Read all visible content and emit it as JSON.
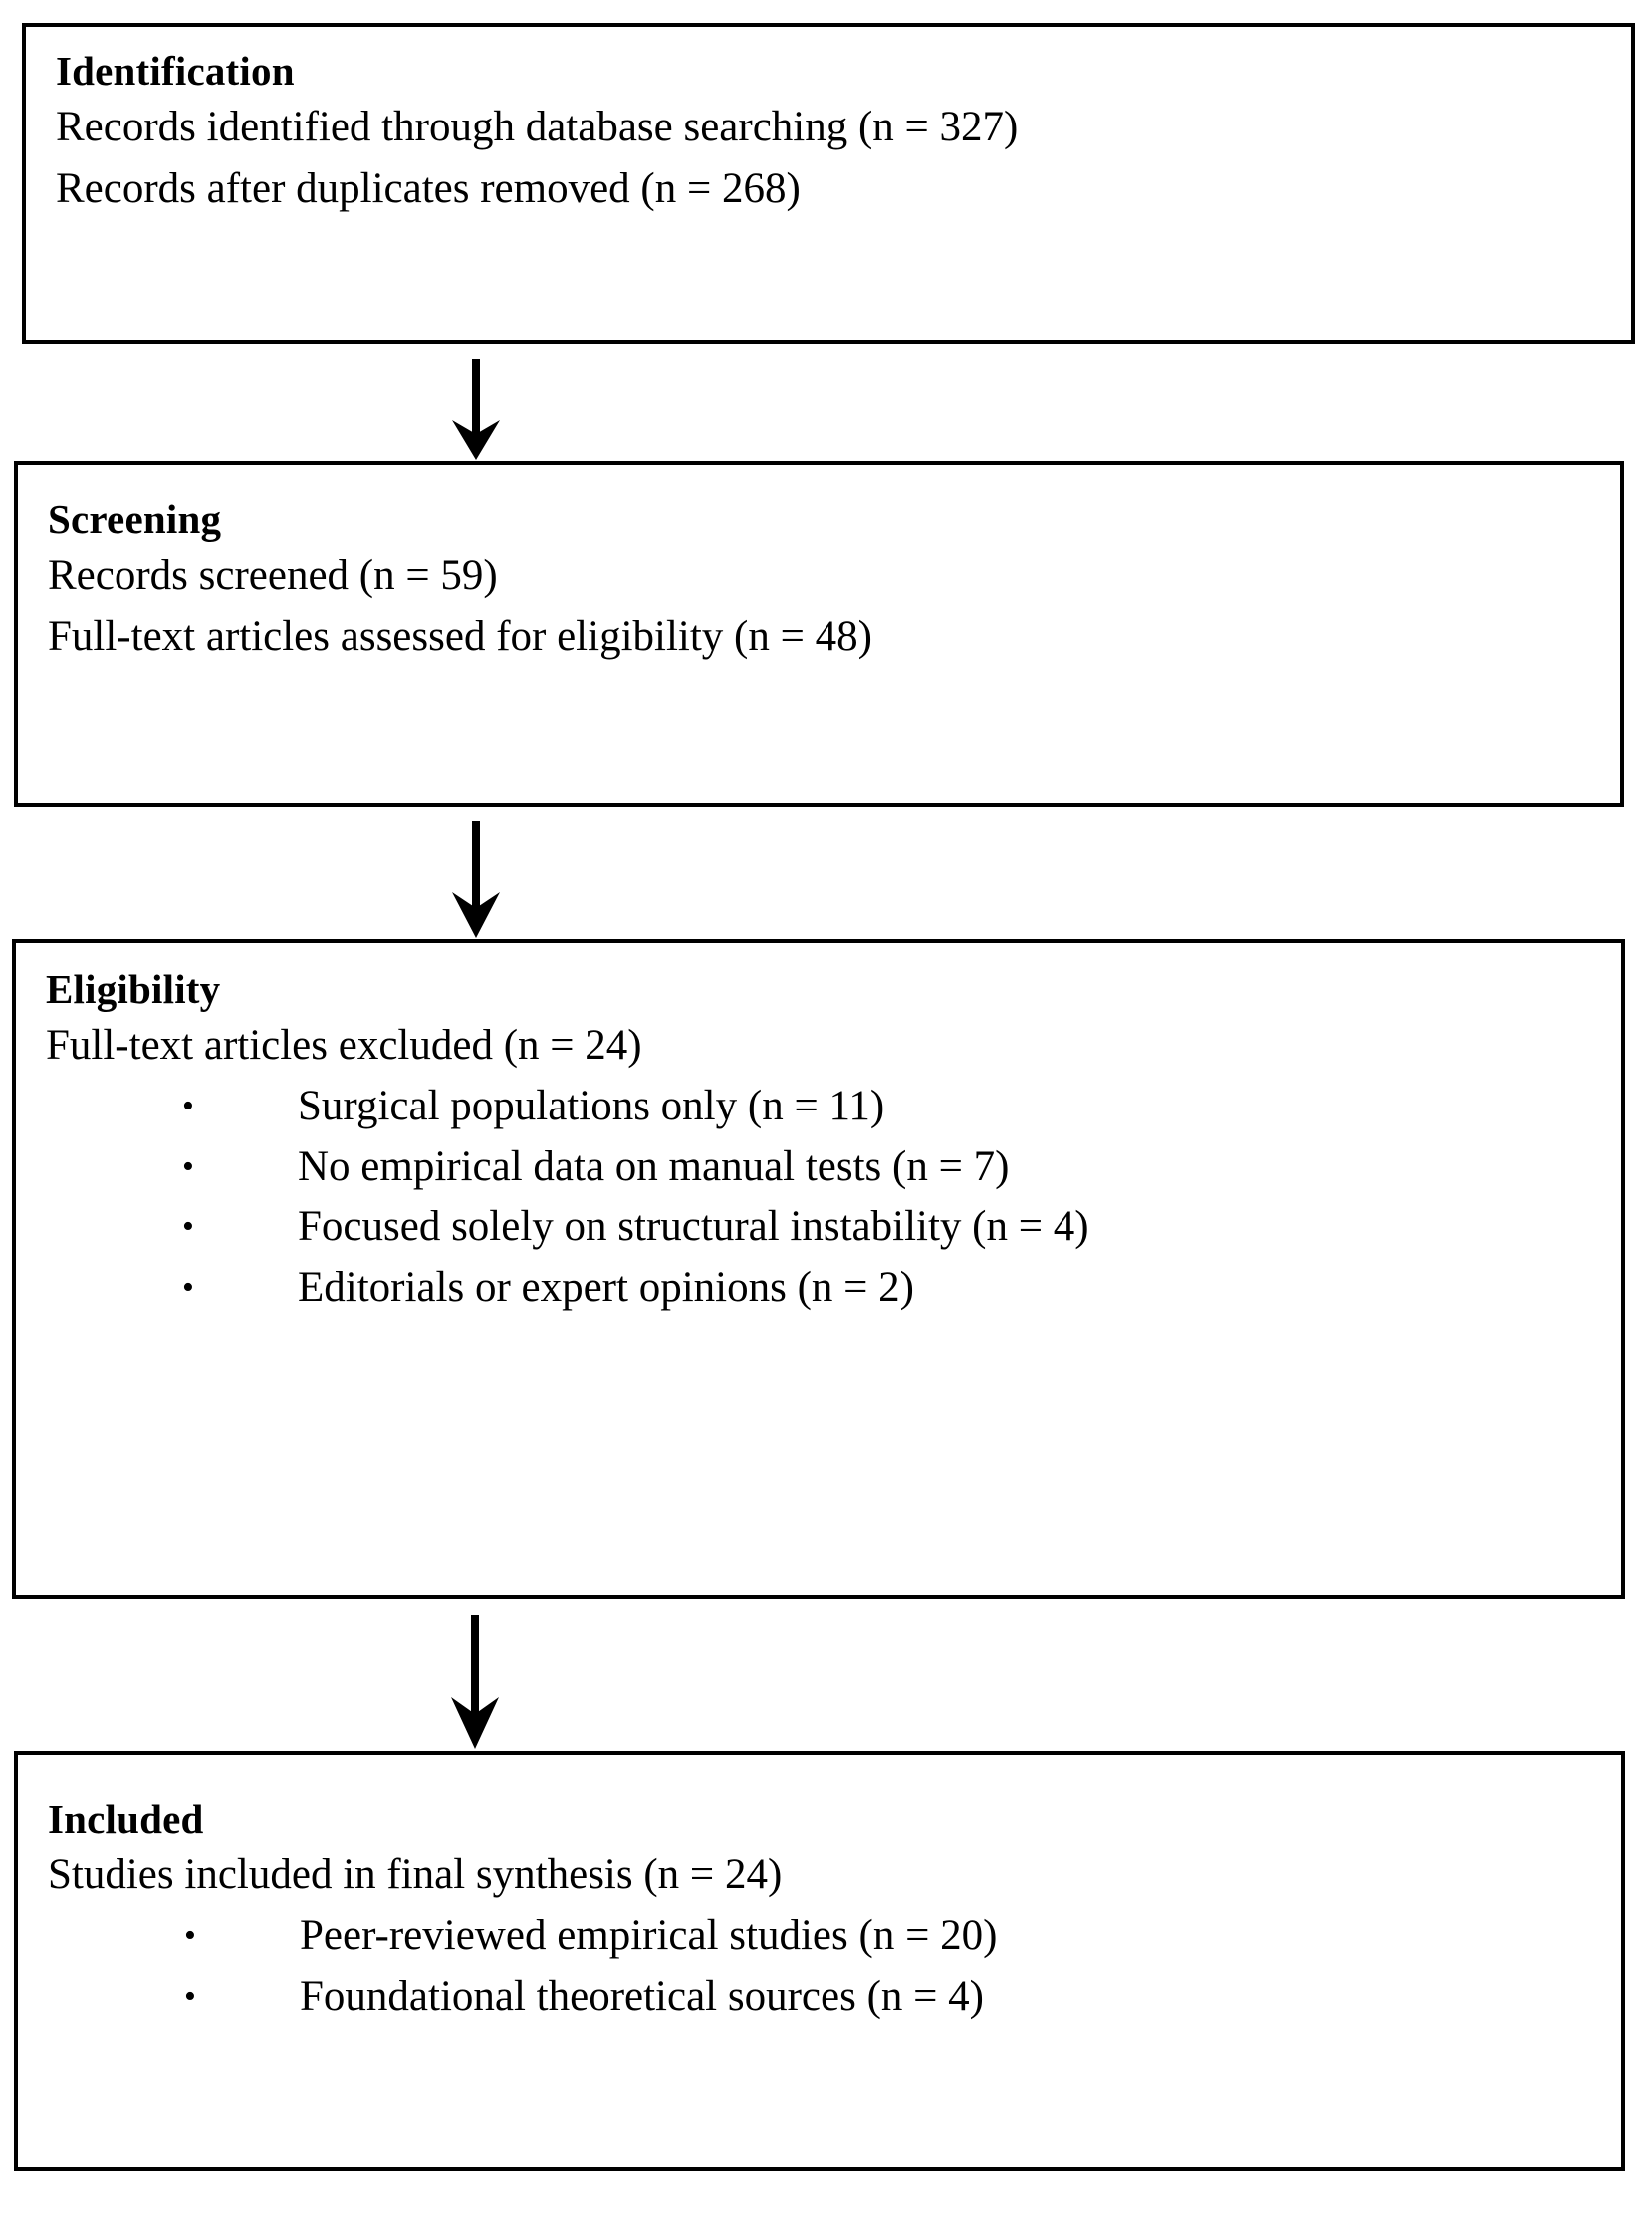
{
  "diagram": {
    "type": "prisma-flow-diagram",
    "orientation": "vertical",
    "colors": {
      "border": "#000000",
      "background": "#ffffff",
      "text": "#000000"
    },
    "stages": [
      {
        "id": "identification",
        "title": "Identification",
        "lines": [
          "Records identified through database searching (n = 327)",
          "Records after duplicates removed (n = 268)"
        ],
        "bullets": []
      },
      {
        "id": "screening",
        "title": "Screening",
        "lines": [
          "Records screened (n = 59)",
          "Full-text articles assessed for eligibility (n = 48)"
        ],
        "bullets": []
      },
      {
        "id": "eligibility",
        "title": "Eligibility",
        "lines": [
          "Full-text articles excluded (n = 24)"
        ],
        "bullets": [
          "Surgical populations only (n = 11)",
          "No empirical data on manual tests (n = 7)",
          "Focused solely on structural instability (n = 4)",
          "Editorials or expert opinions (n = 2)"
        ]
      },
      {
        "id": "included",
        "title": "Included",
        "lines": [
          "Studies included in final synthesis (n = 24)"
        ],
        "bullets": [
          "Peer-reviewed empirical studies (n = 20)",
          "Foundational theoretical sources (n = 4)"
        ]
      }
    ],
    "connectors": [
      {
        "id": "arrow-identification-to-screening",
        "icon": "down-arrow-icon"
      },
      {
        "id": "arrow-screening-to-eligibility",
        "icon": "down-arrow-icon"
      },
      {
        "id": "arrow-eligibility-to-included",
        "icon": "down-arrow-icon"
      }
    ],
    "bullet_glyph": "•"
  }
}
